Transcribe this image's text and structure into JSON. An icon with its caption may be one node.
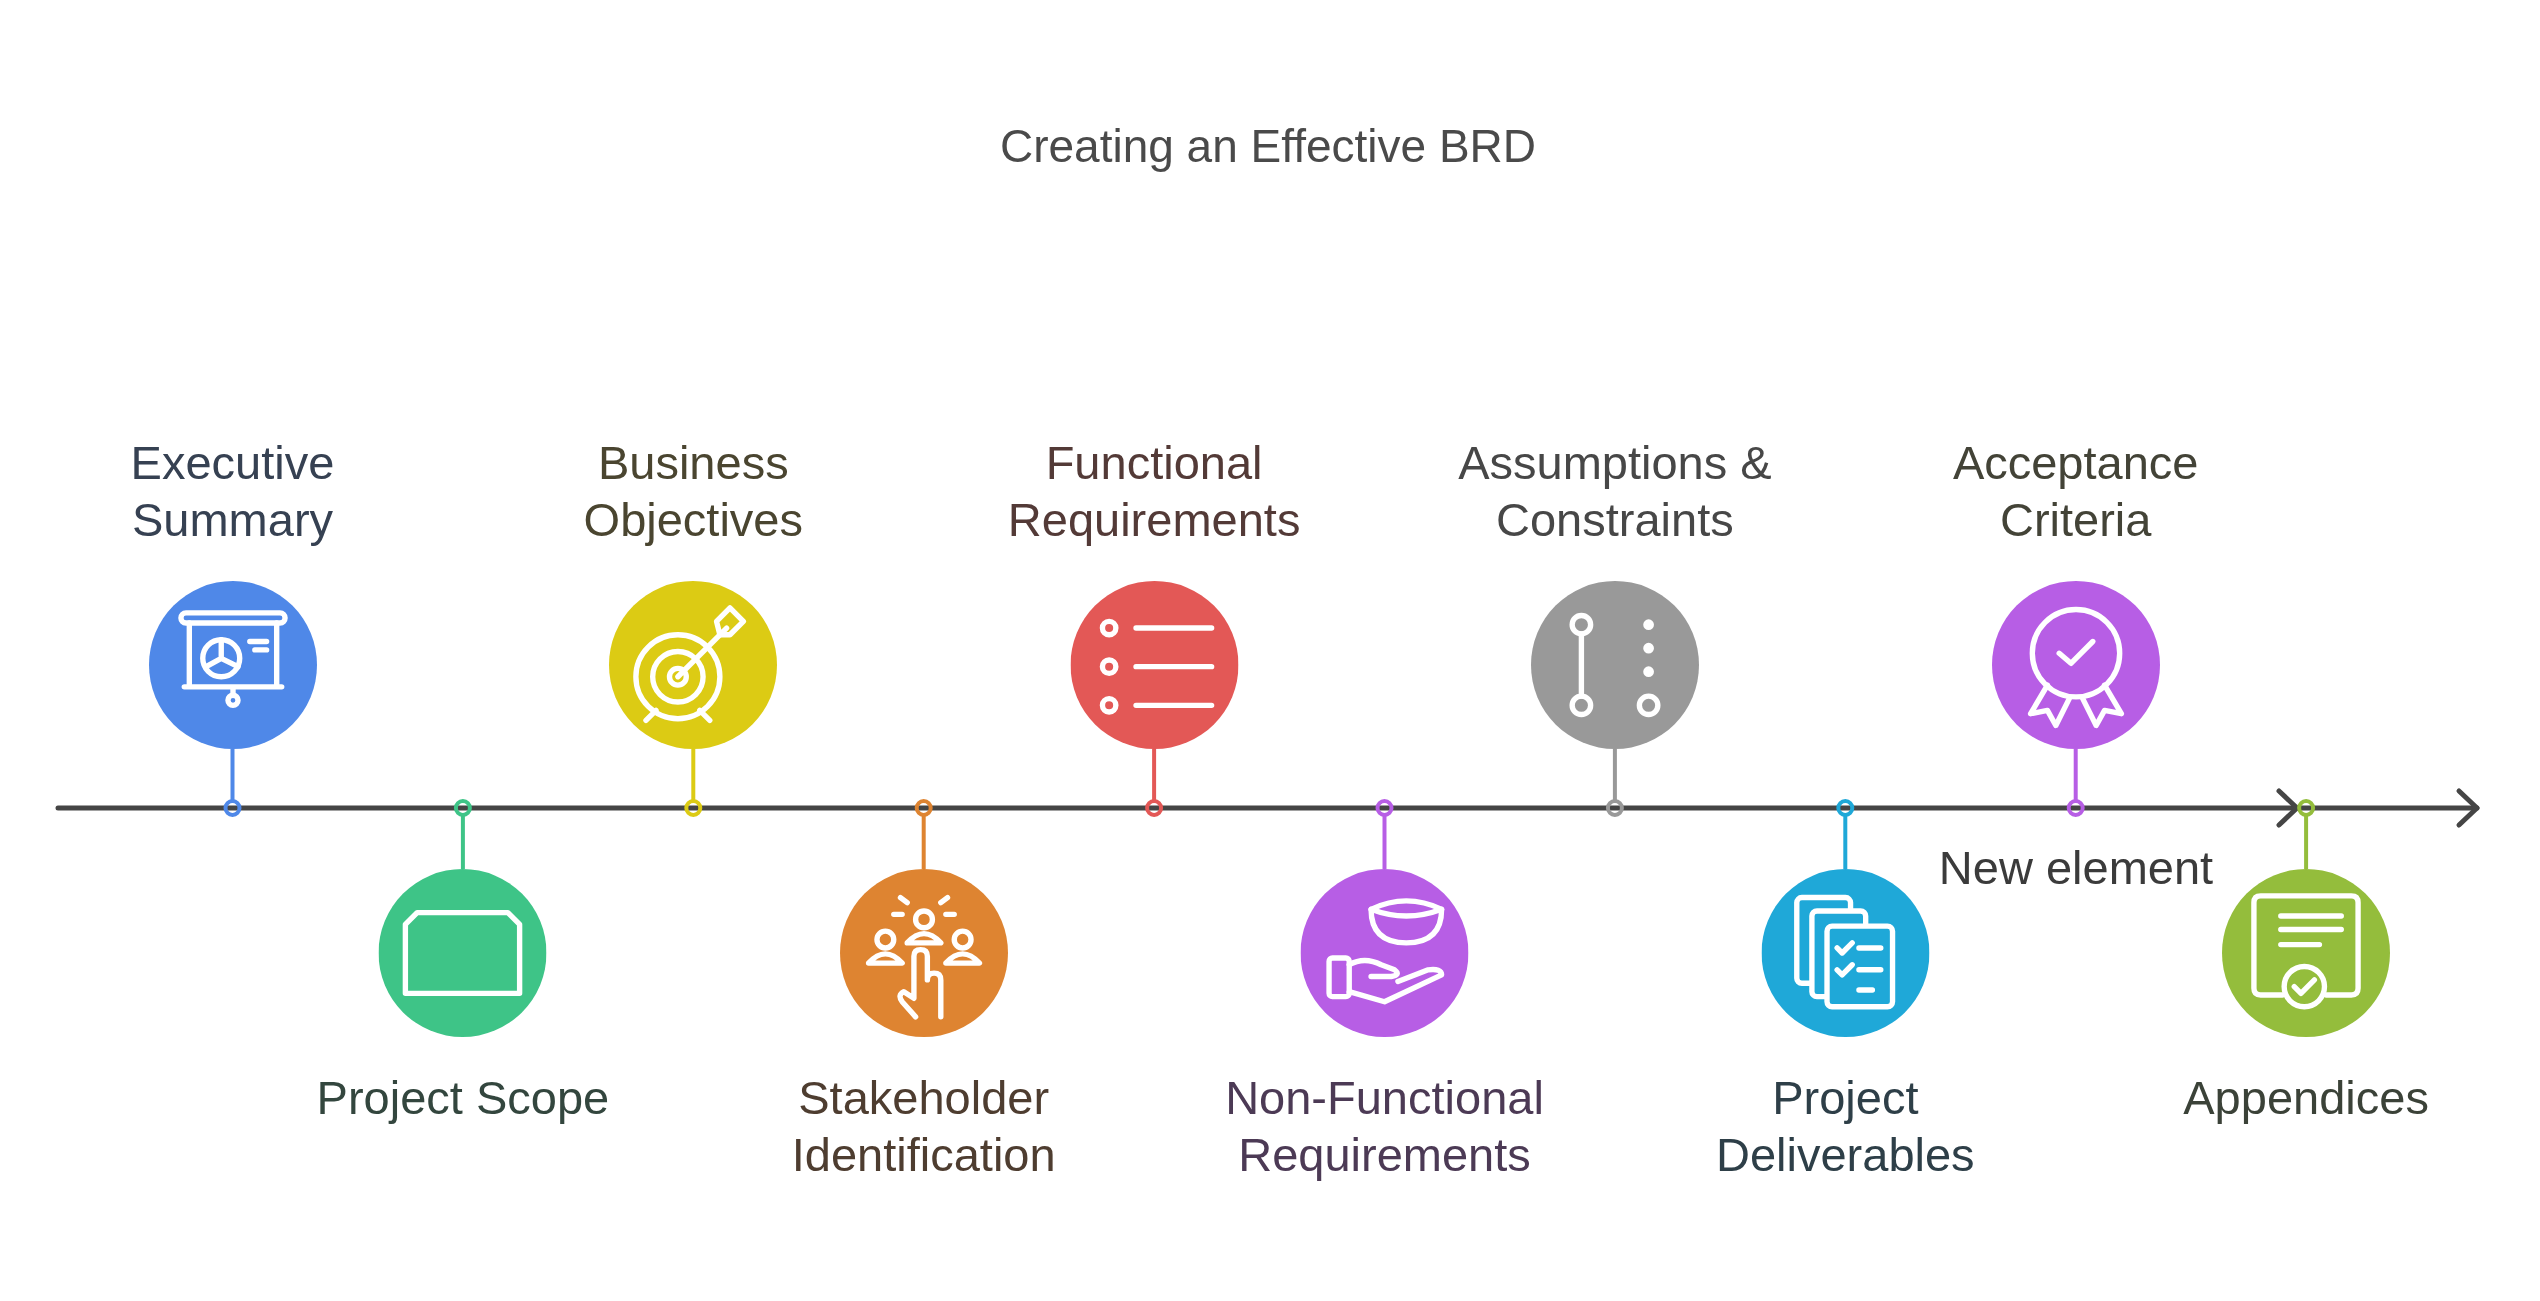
{
  "diagram": {
    "title": "Creating an Effective BRD",
    "nodes": [
      {
        "text": [
          "Executive Summary"
        ]
      },
      {
        "text": [
          "Project Scope"
        ]
      },
      {
        "text": [
          "Business Objectives"
        ]
      },
      {
        "text": [
          "Stakeholder Identification"
        ]
      },
      {
        "text": [
          "Functional Requirements"
        ]
      },
      {
        "text": [
          "Non-Functional Requirements"
        ]
      },
      {
        "text": [
          "Assumptions & Constraints"
        ]
      },
      {
        "text": [
          "Project Deliverables"
        ]
      },
      {
        "text": [
          "Acceptance Criteria"
        ]
      },
      {
        "text": [
          "Appendices"
        ]
      }
    ],
    "labels": [
      "New element"
    ]
  }
}
